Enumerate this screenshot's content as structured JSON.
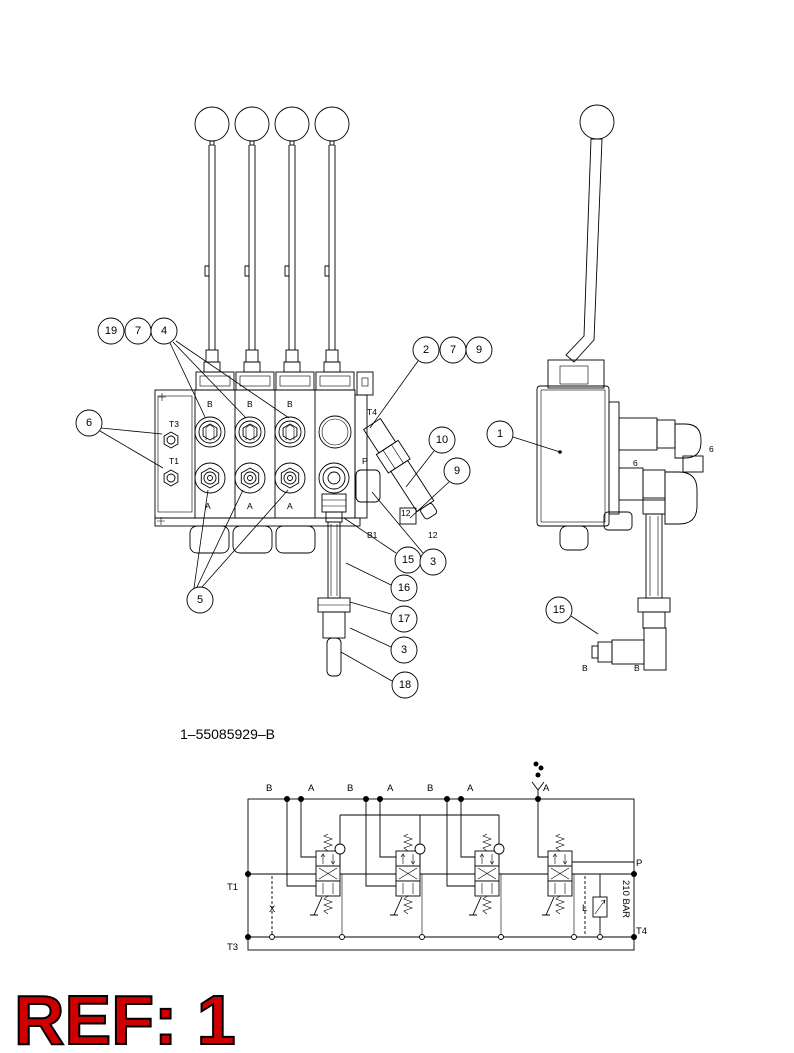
{
  "drawing_number": "1–55085929–B",
  "ref_label": "REF: 1",
  "colors": {
    "ref_text_fill": "#cc0000",
    "ref_text_stroke": "#000000",
    "line": "#000000"
  },
  "callouts": [
    "19",
    "7",
    "4",
    "2",
    "7",
    "9",
    "6",
    "10",
    "9",
    "1",
    "15",
    "3",
    "16",
    "17",
    "3",
    "18",
    "5",
    "15"
  ],
  "front_view": {
    "port_labels": [
      "B",
      "B",
      "B",
      "T3",
      "T1",
      "T4",
      "P",
      "A",
      "A",
      "A",
      "B1",
      "12",
      "12"
    ]
  },
  "side_view": {
    "port_labels": [
      "6",
      "6",
      "B",
      "B"
    ]
  },
  "schematic": {
    "port_labels": [
      "B",
      "A",
      "B",
      "A",
      "B",
      "A",
      "A"
    ],
    "line_labels": {
      "t1": "T1",
      "t3": "T3",
      "t4": "T4",
      "p": "P",
      "x": "X",
      "l": "L"
    },
    "relief_setting": "210 BAR"
  }
}
